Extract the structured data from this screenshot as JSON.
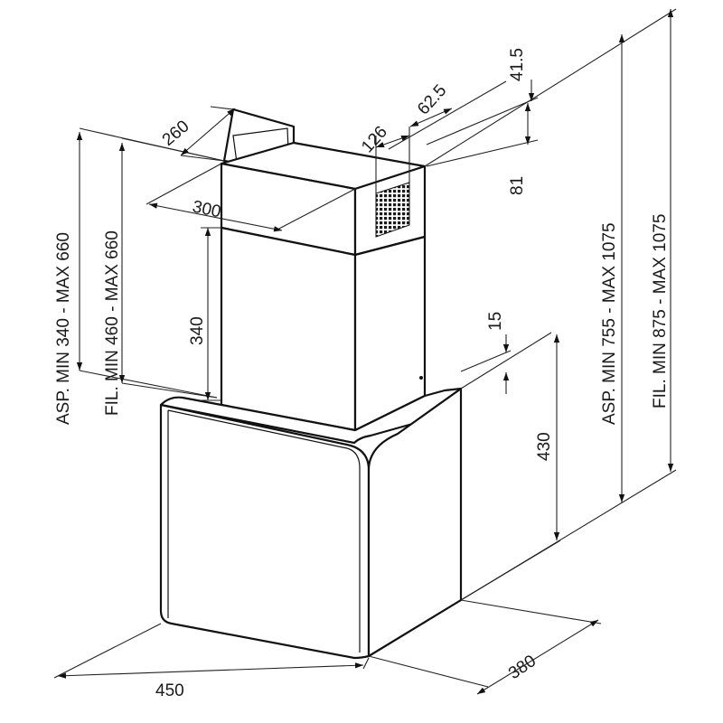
{
  "drawing": {
    "labels": {
      "depth_top": "260",
      "width_top": "300",
      "vent_width": "126",
      "vent_offset": "62.5",
      "vent_top": "41.5",
      "vent_height": "81",
      "chimney_lower": "340",
      "gap": "15",
      "body_height": "430",
      "body_depth": "380",
      "body_width": "450",
      "asp_chimney": "ASP. MIN 340 - MAX 660",
      "fil_chimney": "FIL. MIN 460 - MAX 660",
      "asp_total": "ASP. MIN 755 - MAX 1075",
      "fil_total": "FIL. MIN 875 - MAX 1075"
    }
  }
}
